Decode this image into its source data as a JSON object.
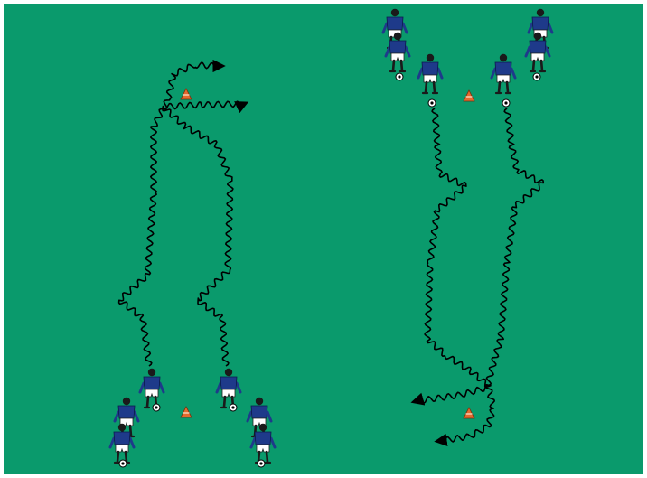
{
  "diagram": {
    "field_color": "#0a9a6c",
    "border_color": "#ffffff",
    "path_color": "#000000",
    "player_shirt_color": "#1e3a8a",
    "player_shorts_color": "#ffffff",
    "cone_color": "#e46a2e"
  },
  "drills": [
    {
      "name": "left-drill",
      "players": 6,
      "cones": 2,
      "balls": 4,
      "dribble_paths": 2
    },
    {
      "name": "right-drill",
      "players": 6,
      "cones": 2,
      "balls": 4,
      "dribble_paths": 2
    }
  ]
}
